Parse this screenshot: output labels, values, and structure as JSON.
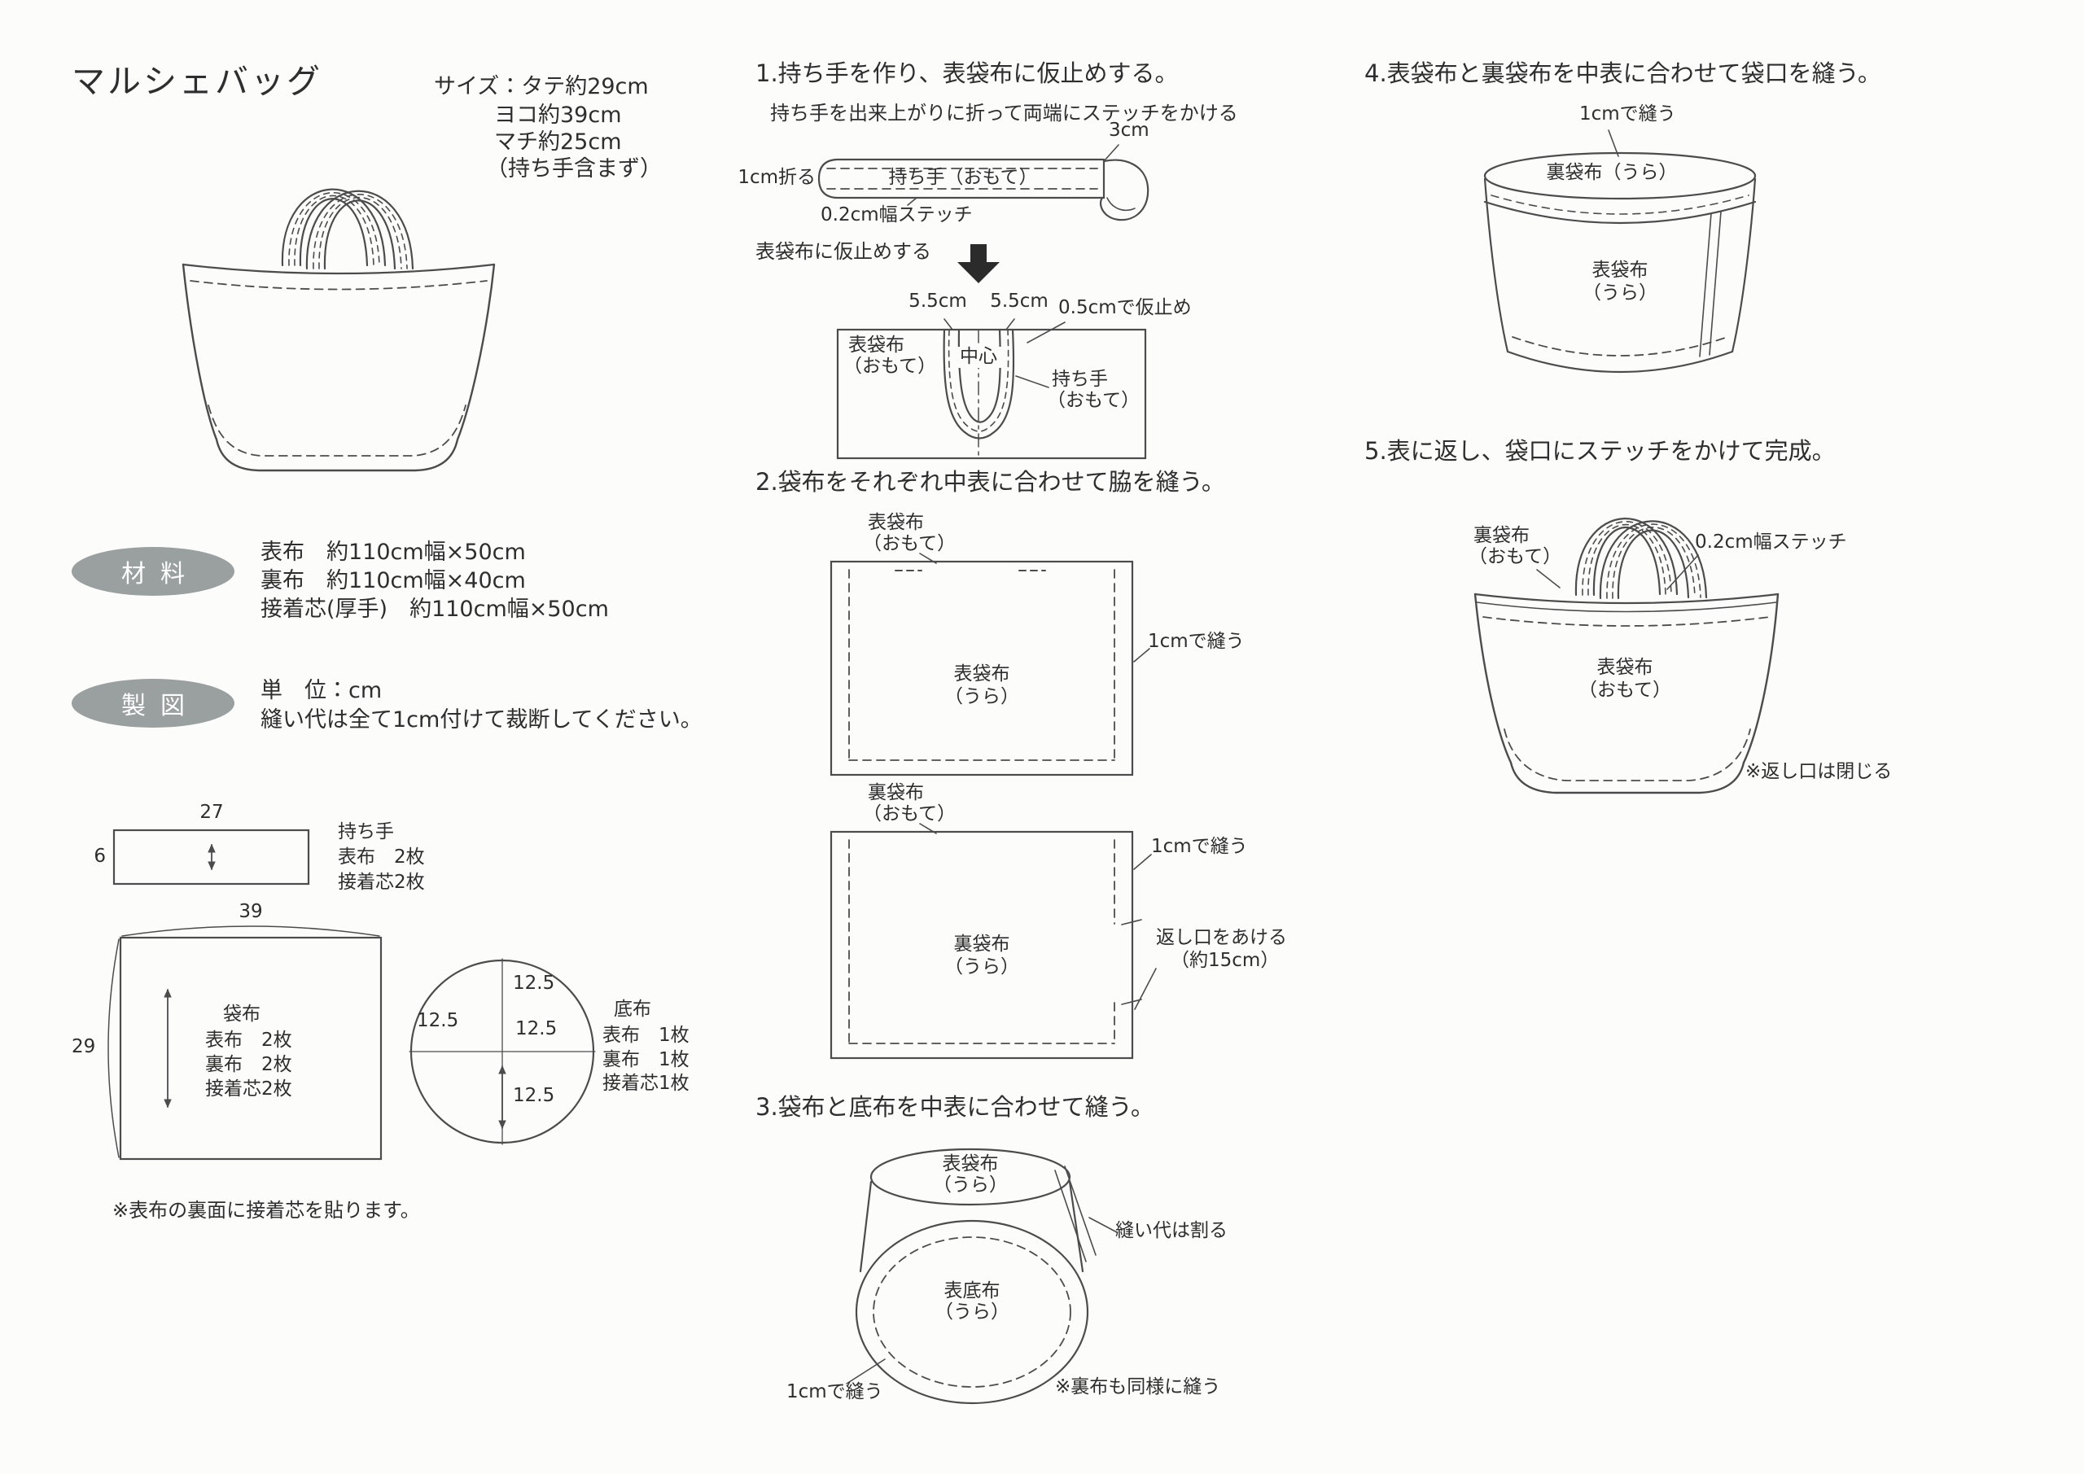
{
  "colors": {
    "badge": "#9aa0a0",
    "ink": "#4c4c4c"
  },
  "header": {
    "title": "マルシェバッグ",
    "size_label": "サイズ：タテ約29cm",
    "size_width": "ヨコ約39cm",
    "size_gusset": "マチ約25cm",
    "size_note": "（持ち手含まず）"
  },
  "materials": {
    "badge": "材料",
    "row1": "表布　約110cm幅×50cm",
    "row2": "裏布　約110cm幅×40cm",
    "row3": "接着芯(厚手)　約110cm幅×50cm"
  },
  "drafting": {
    "badge": "製図",
    "unit": "単　位：cm",
    "note": "縫い代は全て1cm付けて裁断してください。"
  },
  "pieces": {
    "handle": {
      "dim_w": "27",
      "dim_h": "6",
      "name": "持ち手",
      "row1": "表布　2枚",
      "row2": "接着芯2枚"
    },
    "panel": {
      "dim_w": "39",
      "dim_h": "29",
      "name": "袋布",
      "row1": "表布　2枚",
      "row2": "裏布　2枚",
      "row3": "接着芯2枚"
    },
    "bottom": {
      "dim_top": "12.5",
      "dim_left": "12.5",
      "dim_mid": "12.5",
      "dim_bottom": "12.5",
      "name": "底布",
      "row1": "表布　1枚",
      "row2": "裏布　1枚",
      "row3": "接着芯1枚"
    },
    "note": "※表布の裏面に接着芯を貼ります。"
  },
  "step1": {
    "heading": "1.持ち手を作り、表袋布に仮止めする。",
    "sub": "持ち手を出来上がりに折って両端にステッチをかける",
    "dim_3cm": "3cm",
    "fold": "1cm折る",
    "strap_label": "持ち手（おもて）",
    "stitch": "0.2cm幅ステッチ",
    "baste_caption": "表袋布に仮止めする",
    "dim_left": "5.5cm",
    "dim_right": "5.5cm",
    "baste": "0.5cmで仮止め",
    "fabric_line1": "表袋布",
    "fabric_line2": "（おもて）",
    "center": "中心",
    "handle_line1": "持ち手",
    "handle_line2": "（おもて）"
  },
  "step2": {
    "heading": "2.袋布をそれぞれ中表に合わせて脇を縫う。",
    "outer_tag1": "表袋布",
    "outer_tag2": "（おもて）",
    "outer_body1": "表袋布",
    "outer_body2": "（うら）",
    "sew_outer": "1cmで縫う",
    "lining_tag1": "裏袋布",
    "lining_tag2": "（おもて）",
    "lining_body1": "裏袋布",
    "lining_body2": "（うら）",
    "sew_lining": "1cmで縫う",
    "opening1": "返し口をあける",
    "opening2": "（約15cm）"
  },
  "step3": {
    "heading": "3.袋布と底布を中表に合わせて縫う。",
    "body1": "表袋布",
    "body2": "（うら）",
    "press": "縫い代は割る",
    "base1": "表底布",
    "base2": "（うら）",
    "sew": "1cmで縫う",
    "note": "※裏布も同様に縫う"
  },
  "step4": {
    "heading": "4.表袋布と裏袋布を中表に合わせて袋口を縫う。",
    "sew": "1cmで縫う",
    "lining": "裏袋布（うら）",
    "outer1": "表袋布",
    "outer2": "（うら）"
  },
  "step5": {
    "heading": "5.表に返し、袋口にステッチをかけて完成。",
    "lining1": "裏袋布",
    "lining2": "（おもて）",
    "stitch": "0.2cm幅ステッチ",
    "outer1": "表袋布",
    "outer2": "（おもて）",
    "note": "※返し口は閉じる"
  }
}
